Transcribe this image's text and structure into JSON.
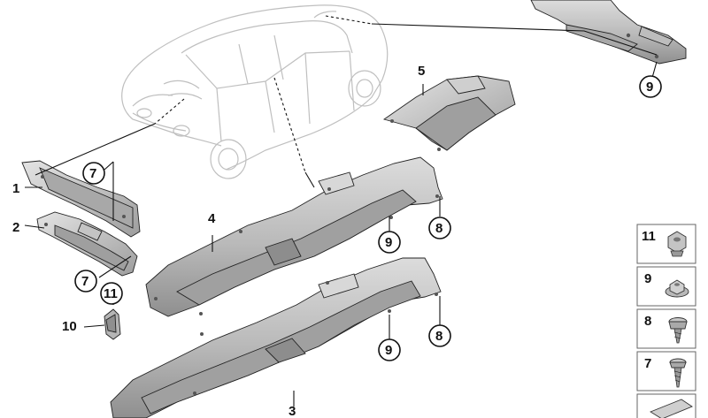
{
  "labels": {
    "p1": "1",
    "p2": "2",
    "p3": "3",
    "p4": "4",
    "p5": "5",
    "p7a": "7",
    "p7b": "7",
    "p8a": "8",
    "p8b": "8",
    "p9a": "9",
    "p9b": "9",
    "p9c": "9",
    "p10": "10",
    "p11": "11"
  },
  "legend": {
    "items": [
      {
        "num": "11",
        "icon": "nut-icon"
      },
      {
        "num": "9",
        "icon": "washer-nut-icon"
      },
      {
        "num": "8",
        "icon": "screw-short-icon"
      },
      {
        "num": "7",
        "icon": "screw-long-icon"
      }
    ]
  },
  "colors": {
    "part_fill": "#c9c9c9",
    "part_dark": "#9a9a9a",
    "line": "#111111",
    "car_outline": "#bfbfbf"
  }
}
